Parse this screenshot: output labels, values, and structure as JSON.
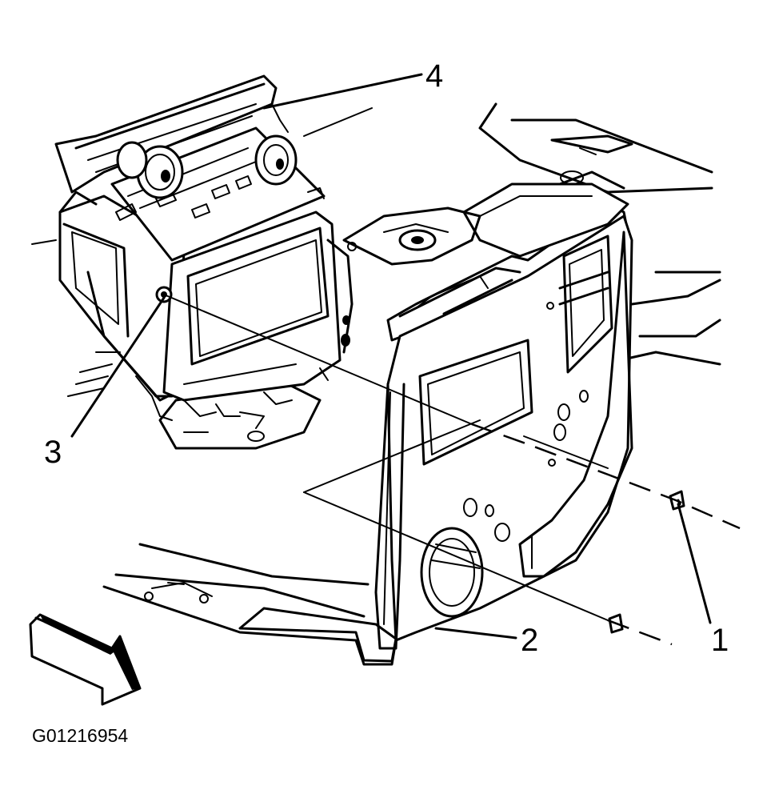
{
  "callouts": {
    "c1": "1",
    "c2": "2",
    "c3": "3",
    "c4": "4"
  },
  "figure_id": "G01216954",
  "colors": {
    "ink": "#000000",
    "paper": "#ffffff"
  },
  "icons": {
    "front_arrow": "front-direction-arrow-icon"
  }
}
